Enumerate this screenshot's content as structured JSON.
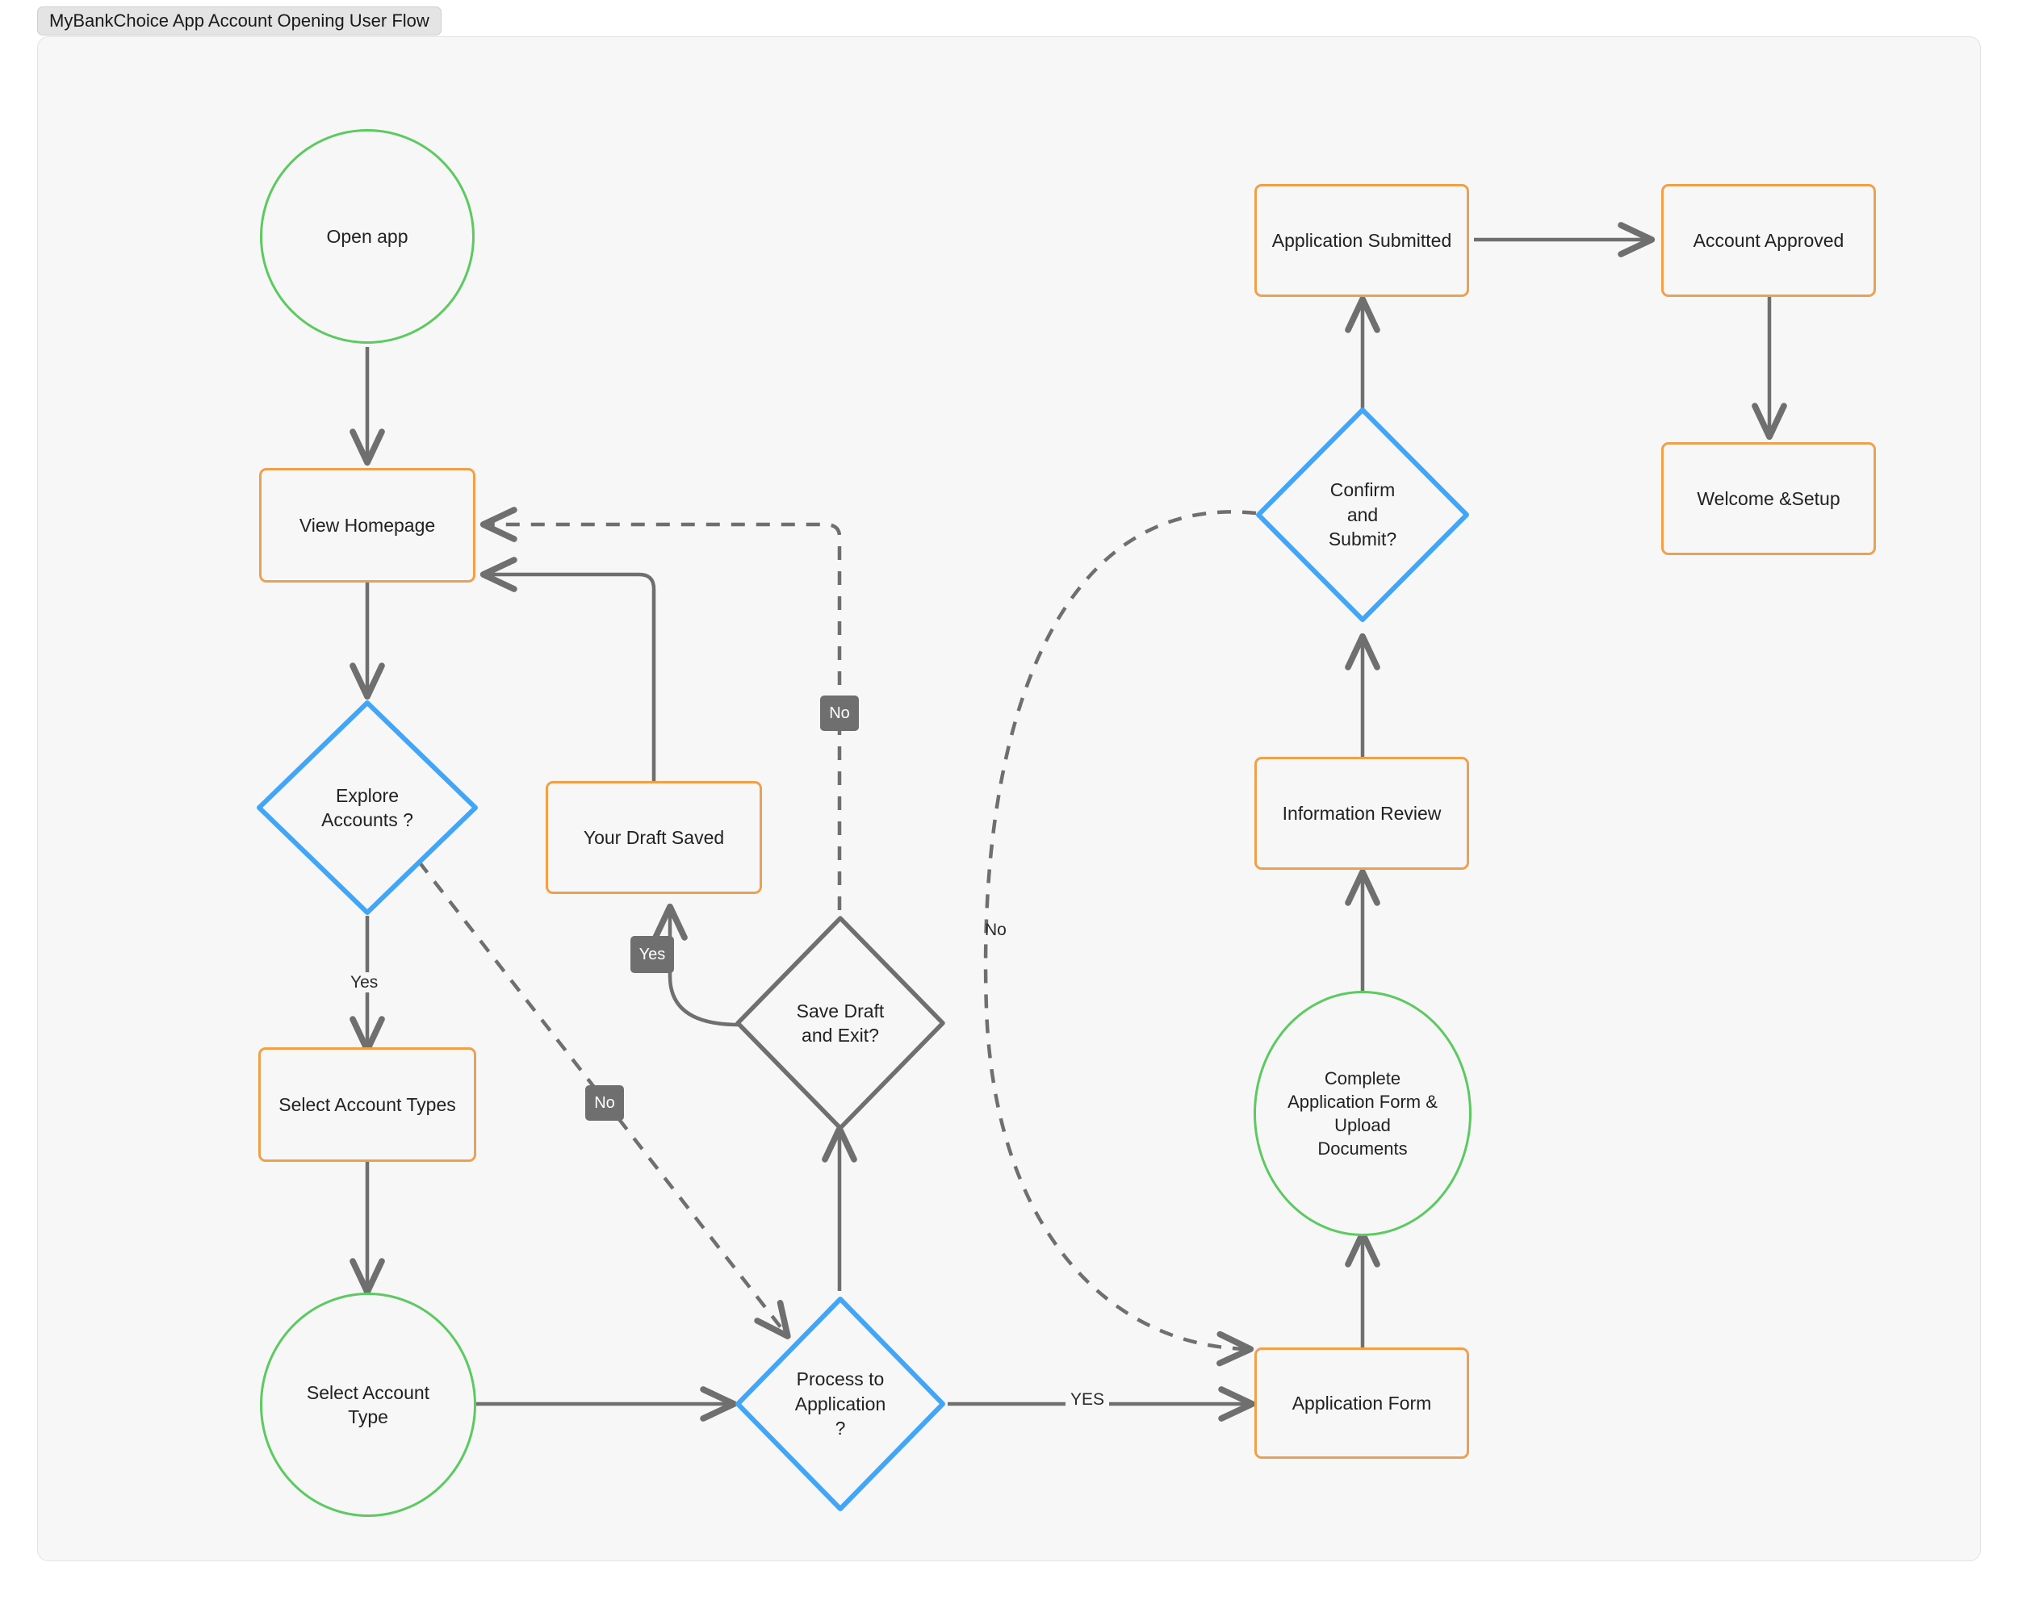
{
  "header": {
    "title": "MyBankChoice App Account Opening User Flow"
  },
  "palette": {
    "process": "#f0a04b",
    "terminator": "#5cc961",
    "decision": "#42a5f5",
    "decision_neutral": "#6f6f6f",
    "edge": "#6f6f6f",
    "badge_bg": "#6f6f6f",
    "badge_text": "#ffffff",
    "canvas_bg": "#f7f7f7",
    "text": "#222222"
  },
  "chart_data": {
    "type": "diagram",
    "title": "MyBankChoice App Account Opening User Flow",
    "nodes": [
      {
        "id": "open-app",
        "label": "Open app",
        "shape": "circle",
        "color": "#5cc961"
      },
      {
        "id": "view-homepage",
        "label": "View Homepage",
        "shape": "rect",
        "color": "#f0a04b"
      },
      {
        "id": "explore-accounts",
        "label": "Explore\nAccounts ?",
        "shape": "diamond",
        "color": "#42a5f5"
      },
      {
        "id": "select-account-types",
        "label": "Select Account Types",
        "shape": "rect",
        "color": "#f0a04b"
      },
      {
        "id": "select-account-type",
        "label": "Select Account\nType",
        "shape": "circle",
        "color": "#5cc961"
      },
      {
        "id": "your-draft-saved",
        "label": "Your Draft Saved",
        "shape": "rect",
        "color": "#f0a04b"
      },
      {
        "id": "save-draft-exit",
        "label": "Save Draft\nand Exit?",
        "shape": "diamond",
        "color": "#6f6f6f"
      },
      {
        "id": "process-application",
        "label": "Process to\nApplication\n?",
        "shape": "diamond",
        "color": "#42a5f5"
      },
      {
        "id": "application-form",
        "label": "Application Form",
        "shape": "rect",
        "color": "#f0a04b"
      },
      {
        "id": "complete-form",
        "label": "Complete\nApplication Form &\nUpload\nDocuments",
        "shape": "circle",
        "color": "#5cc961"
      },
      {
        "id": "information-review",
        "label": "Information Review",
        "shape": "rect",
        "color": "#f0a04b"
      },
      {
        "id": "confirm-submit",
        "label": "Confirm\nand\nSubmit?",
        "shape": "diamond",
        "color": "#42a5f5"
      },
      {
        "id": "application-submitted",
        "label": "Application Submitted",
        "shape": "rect",
        "color": "#f0a04b"
      },
      {
        "id": "account-approved",
        "label": "Account Approved",
        "shape": "rect",
        "color": "#f0a04b"
      },
      {
        "id": "welcome-setup",
        "label": "Welcome &Setup",
        "shape": "rect",
        "color": "#f0a04b"
      }
    ],
    "edges": [
      {
        "from": "open-app",
        "to": "view-homepage",
        "label": "",
        "style": "solid"
      },
      {
        "from": "view-homepage",
        "to": "explore-accounts",
        "label": "",
        "style": "solid"
      },
      {
        "from": "explore-accounts",
        "to": "select-account-types",
        "label": "Yes",
        "style": "solid"
      },
      {
        "from": "explore-accounts",
        "to": "process-application",
        "label": "No",
        "style": "dashed"
      },
      {
        "from": "select-account-types",
        "to": "select-account-type",
        "label": "",
        "style": "solid"
      },
      {
        "from": "select-account-type",
        "to": "process-application",
        "label": "",
        "style": "solid"
      },
      {
        "from": "process-application",
        "to": "application-form",
        "label": "YES",
        "style": "solid"
      },
      {
        "from": "process-application",
        "to": "save-draft-exit",
        "label": "",
        "style": "solid"
      },
      {
        "from": "save-draft-exit",
        "to": "your-draft-saved",
        "label": "Yes",
        "style": "solid"
      },
      {
        "from": "save-draft-exit",
        "to": "view-homepage",
        "label": "No",
        "style": "dashed"
      },
      {
        "from": "your-draft-saved",
        "to": "view-homepage",
        "label": "",
        "style": "solid"
      },
      {
        "from": "application-form",
        "to": "complete-form",
        "label": "",
        "style": "solid"
      },
      {
        "from": "complete-form",
        "to": "information-review",
        "label": "",
        "style": "solid"
      },
      {
        "from": "information-review",
        "to": "confirm-submit",
        "label": "",
        "style": "solid"
      },
      {
        "from": "confirm-submit",
        "to": "application-submitted",
        "label": "",
        "style": "solid"
      },
      {
        "from": "confirm-submit",
        "to": "application-form",
        "label": "No",
        "style": "dashed"
      },
      {
        "from": "application-submitted",
        "to": "account-approved",
        "label": "",
        "style": "solid"
      },
      {
        "from": "account-approved",
        "to": "welcome-setup",
        "label": "",
        "style": "solid"
      }
    ],
    "edge_labels": [
      {
        "id": "label-explore-yes",
        "text": "Yes",
        "kind": "plain"
      },
      {
        "id": "label-explore-no",
        "text": "No",
        "kind": "badge"
      },
      {
        "id": "label-savedraft-no",
        "text": "No",
        "kind": "badge"
      },
      {
        "id": "label-savedraft-yes",
        "text": "Yes",
        "kind": "badge"
      },
      {
        "id": "label-process-yes",
        "text": "YES",
        "kind": "plain"
      },
      {
        "id": "label-confirm-no",
        "text": "No",
        "kind": "plain"
      }
    ]
  }
}
